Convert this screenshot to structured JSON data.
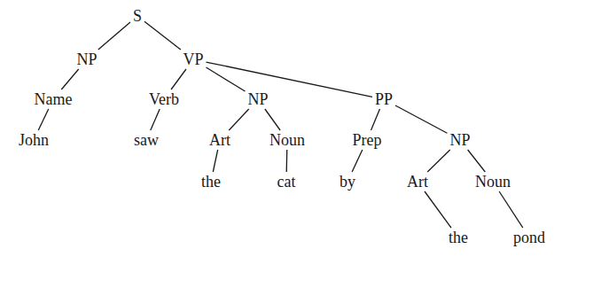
{
  "diagram": {
    "nodes": [
      {
        "text": [
          "S"
        ]
      },
      {
        "text": [
          "NP"
        ]
      },
      {
        "text": [
          "VP"
        ]
      },
      {
        "text": [
          "Name"
        ]
      },
      {
        "text": [
          "Verb"
        ]
      },
      {
        "text": [
          "NP"
        ]
      },
      {
        "text": [
          "PP"
        ]
      },
      {
        "text": [
          "John"
        ]
      },
      {
        "text": [
          "saw"
        ]
      },
      {
        "text": [
          "Art"
        ]
      },
      {
        "text": [
          "Noun"
        ]
      },
      {
        "text": [
          "Prep"
        ]
      },
      {
        "text": [
          "NP"
        ]
      },
      {
        "text": [
          "the"
        ]
      },
      {
        "text": [
          "cat"
        ]
      },
      {
        "text": [
          "by"
        ]
      },
      {
        "text": [
          "Art"
        ]
      },
      {
        "text": [
          "Noun"
        ]
      },
      {
        "text": [
          "the"
        ]
      },
      {
        "text": [
          "pond"
        ]
      }
    ],
    "edges": [
      {
        "from": 0,
        "to": 1,
        "arrow": "none"
      },
      {
        "from": 0,
        "to": 2,
        "arrow": "none"
      },
      {
        "from": 1,
        "to": 3,
        "arrow": "none"
      },
      {
        "from": 3,
        "to": 7,
        "arrow": "none"
      },
      {
        "from": 2,
        "to": 4,
        "arrow": "none"
      },
      {
        "from": 2,
        "to": 5,
        "arrow": "none"
      },
      {
        "from": 2,
        "to": 6,
        "arrow": "none"
      },
      {
        "from": 4,
        "to": 8,
        "arrow": "none"
      },
      {
        "from": 5,
        "to": 9,
        "arrow": "none"
      },
      {
        "from": 5,
        "to": 10,
        "arrow": "none"
      },
      {
        "from": 9,
        "to": 13,
        "arrow": "none"
      },
      {
        "from": 10,
        "to": 14,
        "arrow": "none"
      },
      {
        "from": 6,
        "to": 11,
        "arrow": "none"
      },
      {
        "from": 6,
        "to": 12,
        "arrow": "none"
      },
      {
        "from": 11,
        "to": 15,
        "arrow": "none"
      },
      {
        "from": 12,
        "to": 16,
        "arrow": "none"
      },
      {
        "from": 12,
        "to": 17,
        "arrow": "none"
      },
      {
        "from": 16,
        "to": 18,
        "arrow": "none"
      },
      {
        "from": 17,
        "to": 19,
        "arrow": "none"
      }
    ]
  }
}
